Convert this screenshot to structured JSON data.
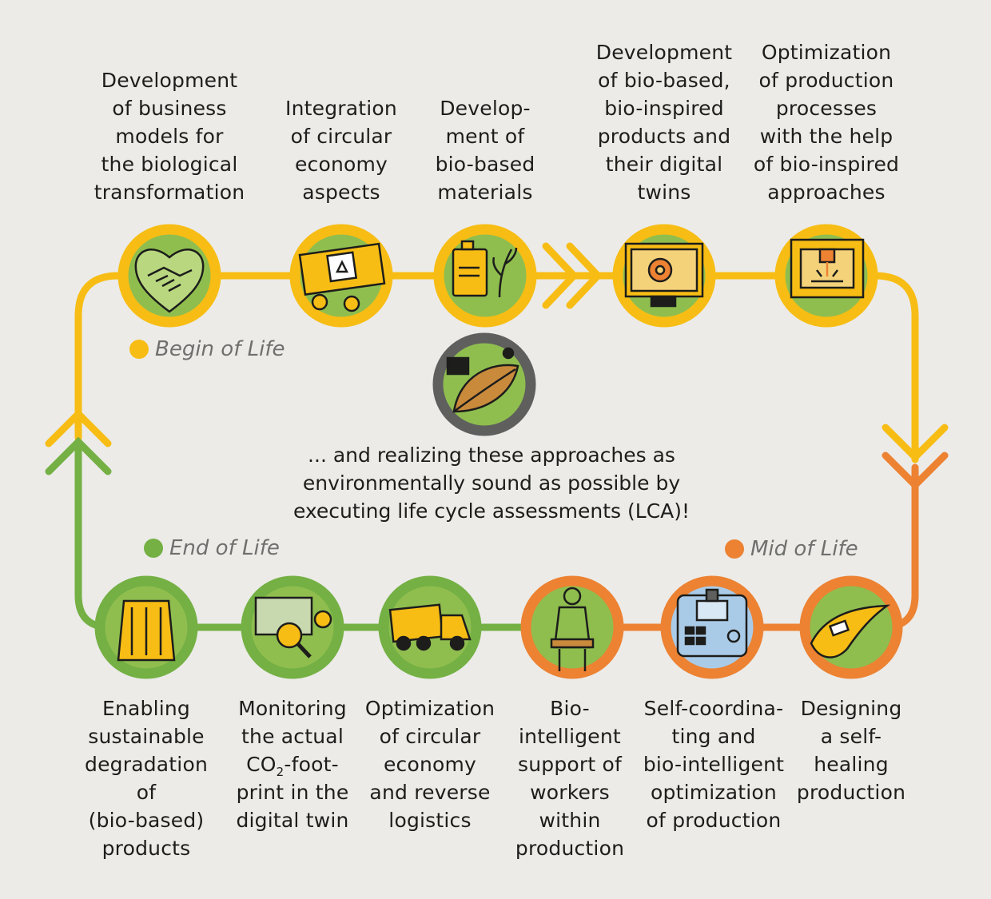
{
  "colors": {
    "begin": "#f7bd14",
    "mid": "#ec8232",
    "end": "#74b044",
    "lca": "#5f5f5e",
    "background": "#ecebe8",
    "icon_green": "#8fbe4f"
  },
  "phases": {
    "begin": "Begin of Life",
    "mid": "Mid of Life",
    "end": "End of Life"
  },
  "top_steps": [
    {
      "text": "Development\nof business\nmodels for\nthe biological\ntransformation",
      "icon": "handshake-heart-icon"
    },
    {
      "text": "Integration\nof circular\neconomy\naspects",
      "icon": "recycling-container-icon"
    },
    {
      "text": "Develop-\nment of\nbio-based\nmaterials",
      "icon": "canister-plant-icon"
    },
    {
      "text": "Development\nof bio-based,\nbio-inspired\nproducts and\ntheir digital\ntwins",
      "icon": "monitor-gear-icon"
    },
    {
      "text": "Optimization\nof production\nprocesses\nwith the help\nof bio-inspired\napproaches",
      "icon": "laser-machine-icon"
    }
  ],
  "bottom_steps": [
    {
      "text": "Enabling\nsustainable\ndegradation of\n(bio-based)\nproducts",
      "icon": "compost-bin-icon"
    },
    {
      "text_before": "Monitoring\nthe actual\nCO",
      "subscript": "2",
      "text_after": "-foot-\nprint in the\ndigital twin",
      "icon": "binary-magnifier-icon"
    },
    {
      "text": "Optimization\nof circular\neconomy\nand reverse\nlogistics",
      "icon": "recycling-truck-icon"
    },
    {
      "text": "Bio-\nintelligent\nsupport of\nworkers\nwithin\nproduction",
      "icon": "exoskeleton-worker-icon"
    },
    {
      "text": "Self-coordina-\nting and\nbio-intelligent\noptimization\nof production",
      "icon": "control-panel-icon"
    },
    {
      "text": "Designing\na self-\nhealing\nproduction",
      "icon": "bandaged-hand-icon"
    }
  ],
  "lca": {
    "text": "... and realizing these approaches as\nenvironmentally sound as possible by\nexecuting life cycle assessments (LCA)!",
    "icon": "leaf-icon"
  }
}
